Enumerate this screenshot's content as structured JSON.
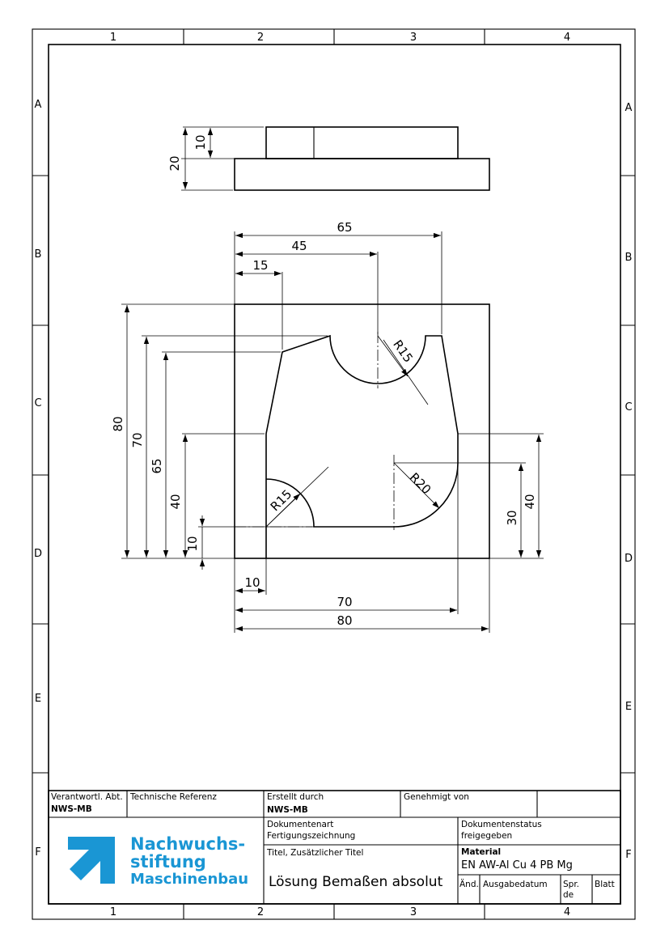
{
  "zones": {
    "columns": [
      "1",
      "2",
      "3",
      "4"
    ],
    "rows": [
      "A",
      "B",
      "C",
      "D",
      "E",
      "F"
    ]
  },
  "dimensions": {
    "side_view": {
      "step_height": "10",
      "total_height": "20"
    },
    "top": {
      "d65": "65",
      "d45": "45",
      "d15": "15"
    },
    "left": {
      "d80": "80",
      "d70": "70",
      "d65": "65",
      "d40": "40",
      "d10": "10"
    },
    "right": {
      "d30": "30",
      "d40": "40"
    },
    "bottom": {
      "d10": "10",
      "d70": "70",
      "d80": "80"
    },
    "radii": {
      "top_arc": "R15",
      "bottom_left_arc": "R15",
      "bottom_right_arc": "R20"
    }
  },
  "title_block": {
    "responsible_dept_label": "Verantwortl. Abt.",
    "responsible_dept_value": "NWS-MB",
    "tech_ref_label": "Technische Referenz",
    "created_by_label": "Erstellt durch",
    "created_by_value": "NWS-MB",
    "approved_by_label": "Genehmigt von",
    "doc_type_label": "Dokumentenart",
    "doc_type_value": "Fertigungszeichnung",
    "doc_status_label": "Dokumentenstatus",
    "doc_status_value": "freigegeben",
    "title_label": "Titel, Zusätzlicher Titel",
    "title_value": "Lösung Bemaßen absolut",
    "material_label": "Material",
    "material_value": "EN AW-Al Cu 4 PB Mg",
    "revision_label": "Änd.",
    "issue_date_label": "Ausgabedatum",
    "language_label": "Spr.",
    "language_value": "de",
    "sheet_label": "Blatt"
  },
  "logo": {
    "line1": "Nachwuchs-",
    "line2": "stiftung",
    "line3": "Maschinenbau",
    "color": "#1a96d4"
  }
}
